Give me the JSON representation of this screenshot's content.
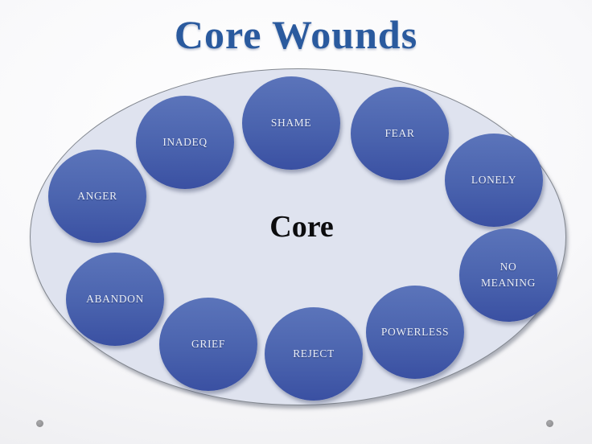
{
  "slide": {
    "title": "Core Wounds",
    "center_label": "Core",
    "wounds": [
      {
        "label": "SHAME"
      },
      {
        "label": "FEAR"
      },
      {
        "label": "LONELY"
      },
      {
        "label": "NO MEANING"
      },
      {
        "label": "POWERLESS"
      },
      {
        "label": "REJECT"
      },
      {
        "label": "GRIEF"
      },
      {
        "label": "ABANDON"
      },
      {
        "label": "ANGER"
      },
      {
        "label": "INADEQ"
      }
    ],
    "colors": {
      "title": "#2a5a9e",
      "ellipse_fill": "#dfe3ef",
      "ellipse_outline": "#82878f",
      "circle_top": "#5b74ba",
      "circle_bottom": "#3a50a2",
      "label_text": "#eaeef7",
      "center_text": "#0c0c0e"
    }
  }
}
